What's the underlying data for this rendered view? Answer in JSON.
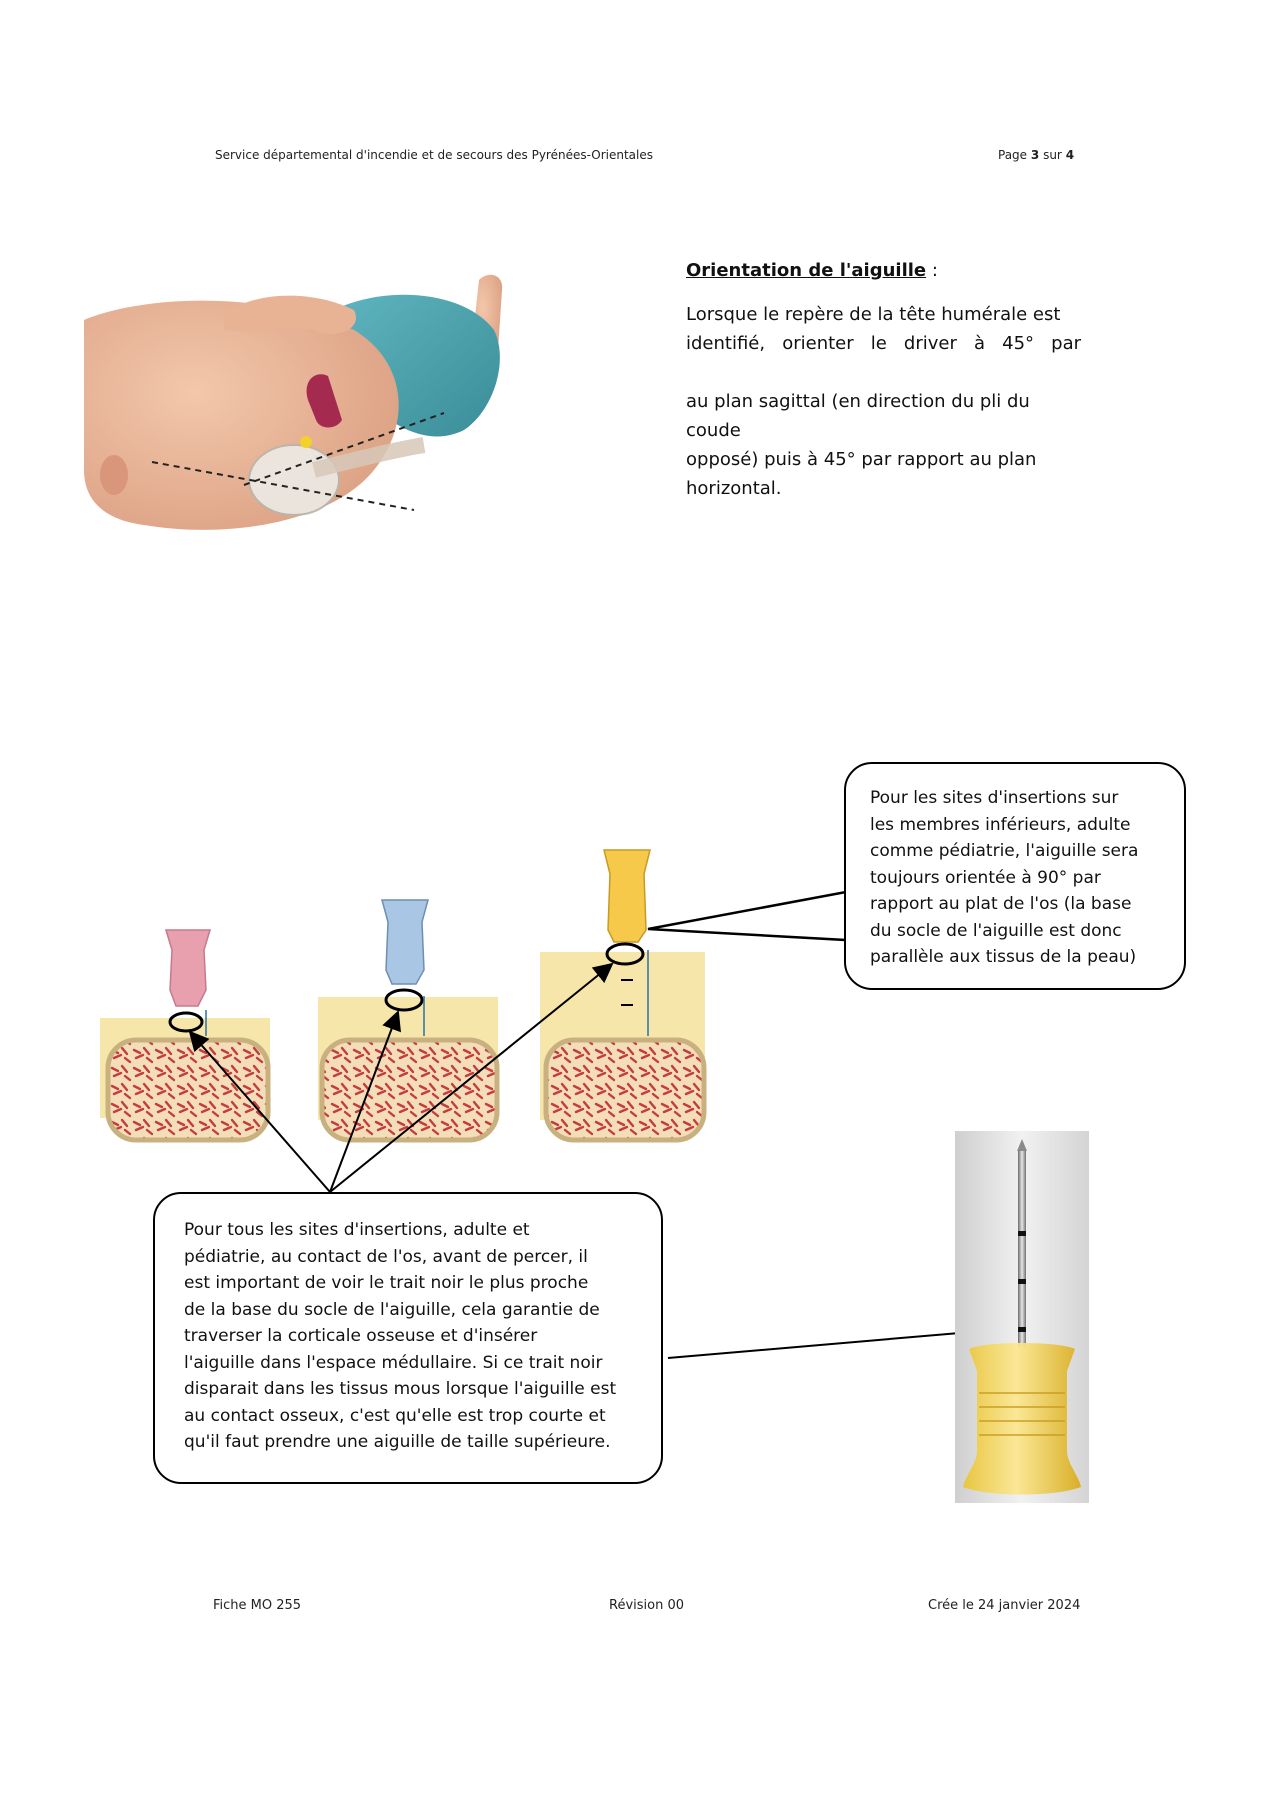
{
  "header": {
    "organization": "Service départemental d'incendie et de secours des Pyrénées-Orientales",
    "page_prefix": "Page",
    "page_current": "3",
    "page_sep": "sur",
    "page_total": "4"
  },
  "orientation": {
    "title": "Orientation de l'aiguille",
    "title_suffix": " :",
    "line1": "Lorsque le repère de la tête humérale est",
    "line2": "identifié, orienter le driver à 45° par",
    "line3": "au plan sagittal (en direction du pli du coude",
    "line4": "opposé) puis à 45° par rapport au plan",
    "line5": "horizontal."
  },
  "callout_lower_limbs": {
    "lines": [
      "Pour les sites d'insertions sur",
      "les membres inférieurs, adulte",
      "comme pédiatrie, l'aiguille sera",
      "toujours orientée à 90° par",
      "rapport au plat de l'os (la base",
      "du socle de l'aiguille est donc",
      "parallèle aux tissus de la peau)"
    ]
  },
  "callout_all_sites": {
    "lines": [
      "Pour tous les sites d'insertions, adulte et",
      "pédiatrie, au contact de l'os, avant de percer, il",
      "est important de voir le trait noir le plus proche",
      "de la base du socle de l'aiguille, cela garantie de",
      "traverser la corticale osseuse et d'insérer",
      "l'aiguille dans l'espace médullaire. Si ce trait noir",
      "disparait dans les tissus mous lorsque l'aiguille est",
      "au contact osseux, c'est qu'elle est trop courte et",
      "qu'il faut prendre une aiguille de taille supérieure."
    ]
  },
  "needle_colors": {
    "pink": "#e9a0ae",
    "blue": "#a9c6e4",
    "yellow": "#f6c94a"
  },
  "footer": {
    "left": "Fiche MO 255",
    "center": "Révision 00",
    "right": "Crée le 24 janvier 2024"
  }
}
